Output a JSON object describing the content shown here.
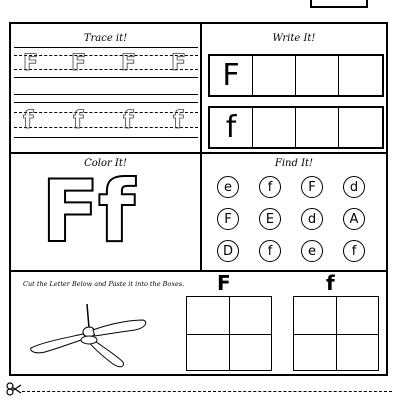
{
  "sections": {
    "trace": {
      "title": "Trace it!",
      "row1_letter": "F",
      "row2_letter": "f",
      "repeat": 4
    },
    "write": {
      "title": "Write It!",
      "upper": "F",
      "lower": "f"
    },
    "color": {
      "title": "Color It!",
      "letters": "Ff"
    },
    "find": {
      "title": "Find It!",
      "letters": [
        "e",
        "f",
        "F",
        "d",
        "F",
        "E",
        "d",
        "A",
        "D",
        "f",
        "e",
        "f"
      ]
    },
    "paste": {
      "instruction": "Cut the Letter Below and Paste it into the Boxes.",
      "upper": "F",
      "lower": "f",
      "picture": "ceiling-fan"
    }
  },
  "icons": {
    "scissors": "scissors-icon"
  }
}
